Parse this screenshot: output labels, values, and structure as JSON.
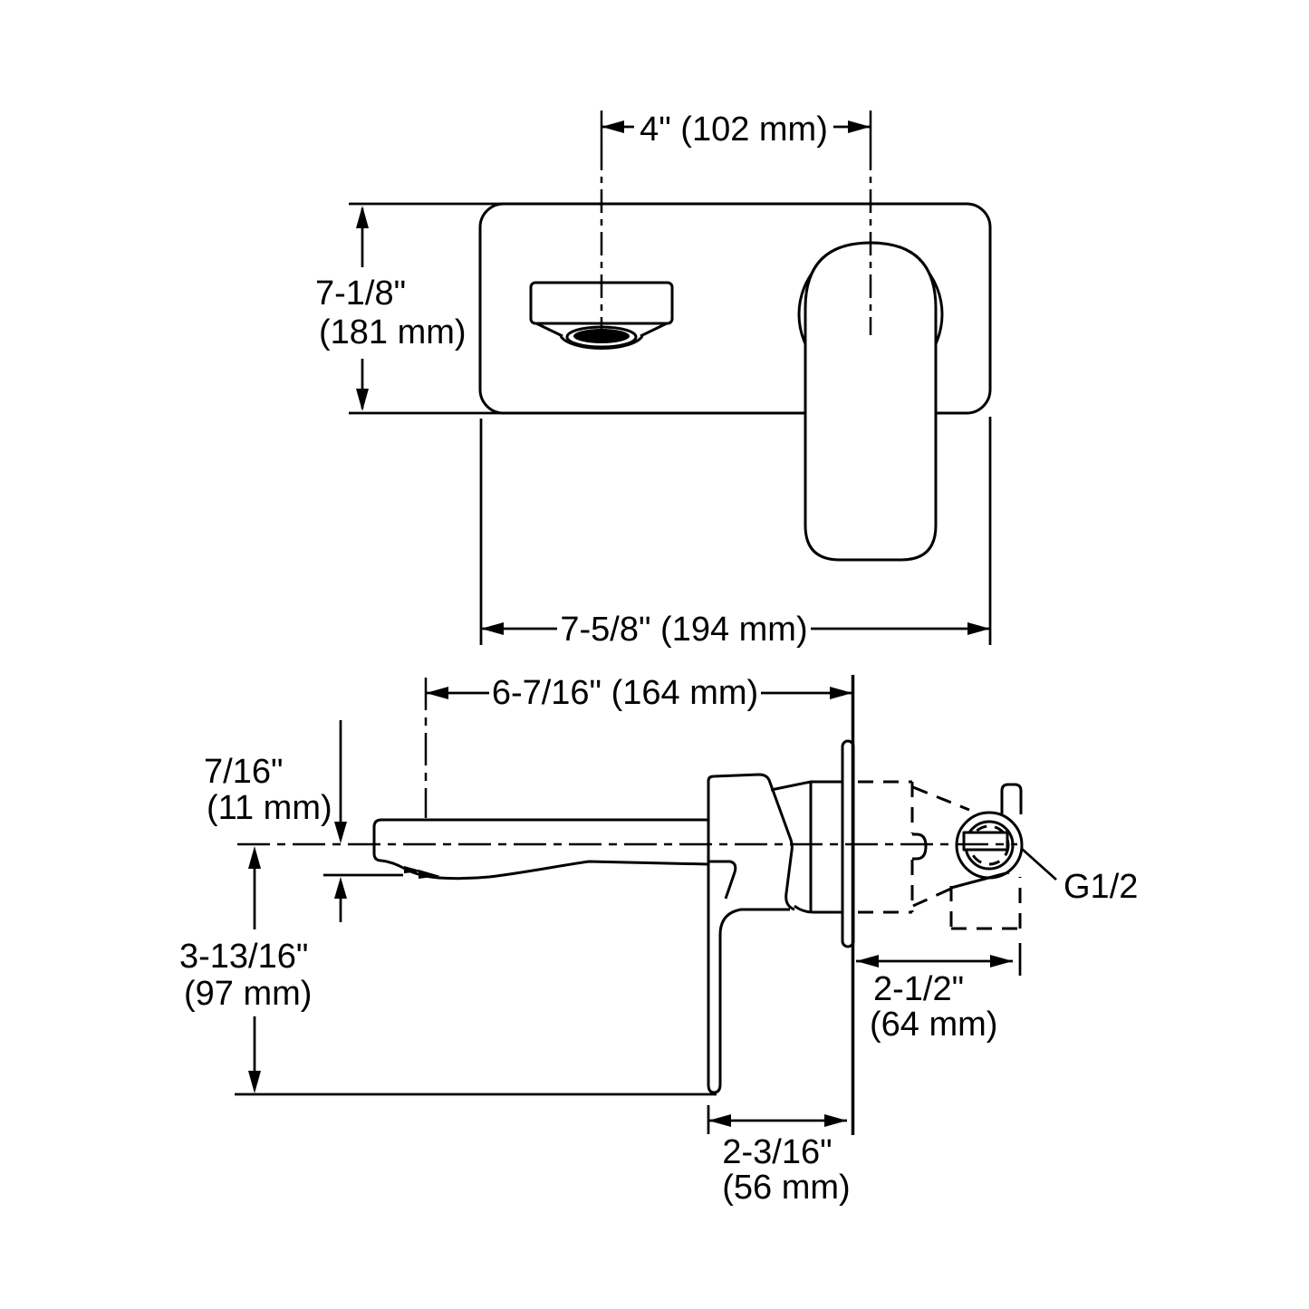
{
  "colors": {
    "background": "#ffffff",
    "line": "#000000",
    "text": "#000000"
  },
  "diagram": {
    "type": "faucet-installation-dimension-drawing",
    "views": {
      "front": "wall-mount trim plate with spout and lever handle",
      "side": "spout profile with in-wall valve"
    },
    "dimensions": {
      "center_spacing": "4\" (102 mm)",
      "plate_height_in": "7-1/8\"",
      "plate_height_mm": "(181 mm)",
      "plate_width": "7-5/8\" (194 mm)",
      "spout_reach": "6-7/16\" (164 mm)",
      "spout_drop_in": "7/16\"",
      "spout_drop_mm": "(11 mm)",
      "handle_height_in": "3-13/16\"",
      "handle_height_mm": "(97 mm)",
      "wall_depth_in": "2-1/2\"",
      "wall_depth_mm": "(64 mm)",
      "handle_depth_in": "2-3/16\"",
      "handle_depth_mm": "(56 mm)",
      "connection": "G1/2"
    }
  }
}
